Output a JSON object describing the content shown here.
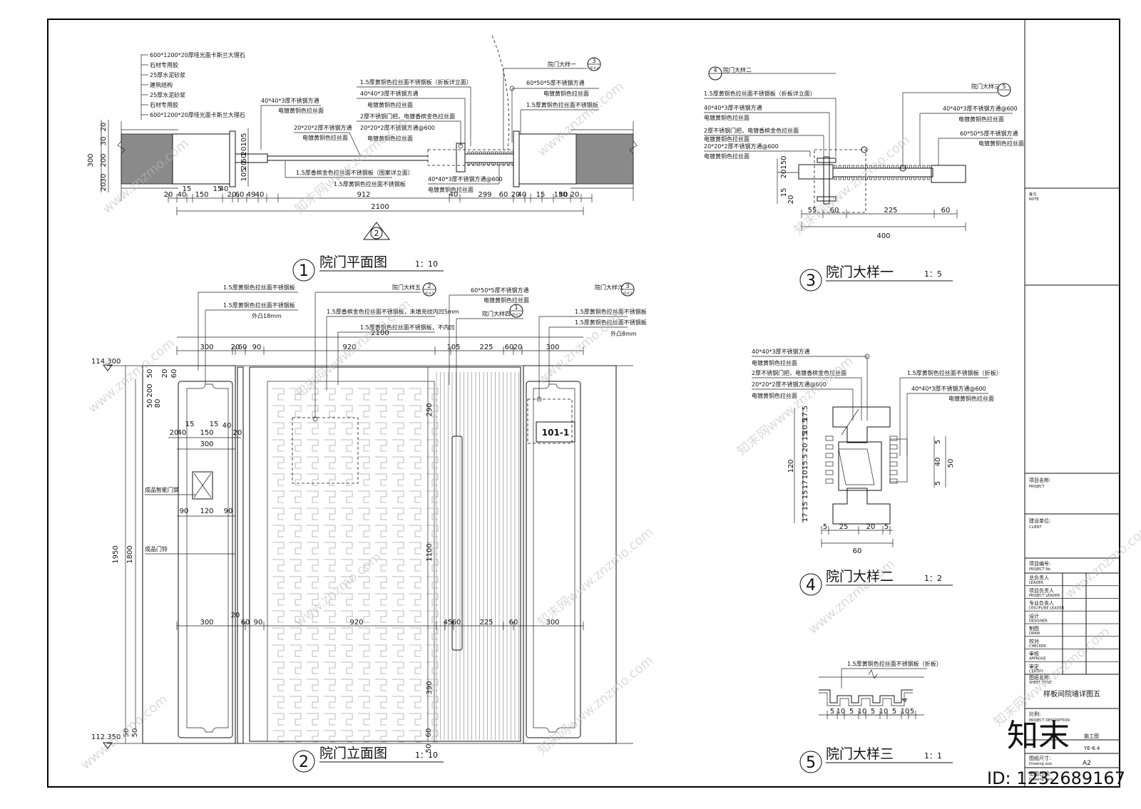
{
  "titles": {
    "t1": {
      "num": "1",
      "label": "院门平面图",
      "scale": "1：10"
    },
    "t2": {
      "num": "2",
      "label": "院门立面图",
      "scale": "1：10"
    },
    "t3": {
      "num": "3",
      "label": "院门大样一",
      "scale": "1：5"
    },
    "t4": {
      "num": "4",
      "label": "院门大样二",
      "scale": "1：2"
    },
    "t5": {
      "num": "5",
      "label": "院门大样三",
      "scale": "1：1"
    }
  },
  "plan": {
    "layers": [
      "600*1200*20厚哑光面卡斯兰大理石",
      "石材专用胶",
      "25厚水泥砂浆",
      "建筑结构",
      "25厚水泥砂浆",
      "石材专用胶",
      "600*1200*20厚哑光面卡斯兰大理石"
    ],
    "notes_a": [
      "40*40*3厚不锈钢方通",
      "电镀黄铜色拉丝面"
    ],
    "notes_b": [
      "20*20*2厚不锈钢方通",
      "电镀黄铜色拉丝面"
    ],
    "notes_c": [
      "1.5厚黄铜色拉丝面不锈钢板（折板详立面）",
      "40*40*3厚不锈钢方通",
      "电镀黄铜色拉丝面",
      "2厚不锈钢门把，电镀香槟金色拉丝面",
      "20*20*2厚不锈钢方通@600",
      "电镀黄铜色拉丝面"
    ],
    "notes_d": [
      "院门大样一",
      "60*50*5厚不锈钢方通",
      "电镀黄铜色拉丝面",
      "1.5厚黄铜色拉丝面不锈钢板"
    ],
    "notes_e": [
      "1.5厚香槟金色拉丝面不锈钢板（图案详立面）",
      "1.5厚黄铜色拉丝面不锈钢板"
    ],
    "notes_f": [
      "40*40*3厚不锈钢方通@600",
      "电镀黄铜色拉丝面"
    ],
    "dims": [
      "20",
      "40",
      "15",
      "150",
      "15",
      "40",
      "20",
      "60",
      "49",
      "40",
      "912",
      "40",
      "299",
      "60",
      "20",
      "40",
      "15",
      "150",
      "40",
      "20"
    ],
    "total": "2100",
    "left_dims": [
      "300",
      "20",
      "30",
      "200",
      "30",
      "20"
    ],
    "center_dims": [
      "105",
      "20",
      "50",
      "20",
      "105"
    ],
    "callout": {
      "num": "3",
      "sheet": "YE-6.4"
    },
    "section_mark": "2"
  },
  "elev": {
    "notes_l": [
      "1.5厚黄铜色拉丝面不锈钢板",
      "1.5厚黄铜色拉丝面不锈钢板",
      "外凸18mm"
    ],
    "notes_m": [
      "院门大样五",
      "1.5厚香槟金色拉丝面不锈钢板，未填充纹内凹5mm",
      "1.5厚黄铜色拉丝面不锈钢板，不内凹"
    ],
    "notes_r1": [
      "60*50*5厚不锈钢方通",
      "电镀黄铜色拉丝面",
      "院门大样四"
    ],
    "notes_r2": [
      "院门大样六",
      "1.5厚黄铜色拉丝面不锈钢板",
      "1.5厚黄铜色拉丝面不锈钢板",
      "外凸8mm"
    ],
    "label_access": "成品智能门禁",
    "label_bell": "成品门铃",
    "house_no": "101-1",
    "elev_top": "114.300",
    "elev_bot": "112.350",
    "top_total": "2100",
    "top_dims": [
      "300",
      "20",
      "60",
      "90",
      "920",
      "105",
      "225",
      "60",
      "20",
      "300"
    ],
    "mid_dims": [
      "300",
      "20",
      "60",
      "90",
      "920",
      "45",
      "60",
      "225",
      "60",
      "300"
    ],
    "h_dims": [
      "1950",
      "1800",
      "290",
      "1100",
      "390"
    ],
    "small_dims": [
      "50",
      "200",
      "50",
      "80",
      "20",
      "60",
      "20",
      "40",
      "15",
      "150",
      "15",
      "40",
      "20",
      "300",
      "90",
      "120",
      "90",
      "50",
      "50",
      "60",
      "50"
    ],
    "callouts": [
      {
        "num": "2",
        "sheet": "YE-6.5"
      },
      {
        "num": "1",
        "sheet": "YE-6.5"
      },
      {
        "num": "3",
        "sheet": "YE-6.5"
      }
    ]
  },
  "d1": {
    "callout_top": {
      "num": "4",
      "label": "院门大样二"
    },
    "callout_r": {
      "num": "5",
      "label": "院门大样三"
    },
    "notes": [
      "1.5厚黄铜色拉丝面不锈钢板（折板详立面）",
      "40*40*3厚不锈钢方通",
      "电镀黄铜色拉丝面",
      "2厚不锈钢门把，电镀香槟金色拉丝面",
      "电镀黄铜色拉丝面",
      "20*20*2厚不锈钢方通@600",
      "电镀黄铜色拉丝面"
    ],
    "notes_r": [
      "40*40*3厚不锈钢方通@600",
      "电镀黄铜色拉丝面",
      "60*50*5厚不锈钢方通",
      "电镀黄铜色拉丝面"
    ],
    "dims": [
      "55",
      "60",
      "225",
      "60"
    ],
    "total": "400",
    "v_dims": [
      "150",
      "20",
      "15",
      "20"
    ]
  },
  "d2": {
    "notes": [
      "40*40*3厚不锈钢方通",
      "电镀黄铜色拉丝面",
      "2厚不锈钢门把，电镀香槟金色拉丝面",
      "20*20*2厚不锈钢方通@600",
      "电镀黄铜色拉丝面"
    ],
    "notes_r": [
      "1.5厚黄铜色拉丝面不锈钢板（折板）",
      "40*40*3厚不锈钢方通@600",
      "电镀黄铜色拉丝面"
    ],
    "dims": [
      "5",
      "25",
      "20",
      "5"
    ],
    "total": "60",
    "v_dims": [
      "17.5",
      "10.5",
      "15",
      "20",
      "15.5",
      "10",
      "17",
      "15",
      "15",
      "17"
    ],
    "v_total": "120",
    "r_dims": [
      "5",
      "40",
      "5"
    ],
    "r_total": "50"
  },
  "d3": {
    "note": "1.5厚黄铜色拉丝面不锈钢板（折板）",
    "dims": [
      "5",
      "10",
      "5",
      "10",
      "5",
      "10",
      "5",
      "10",
      "5"
    ],
    "v_dim": "4"
  },
  "titleblock": {
    "note_cn": "备注:",
    "note_en": "NOTE",
    "project_cn": "项目名称:",
    "project_en": "PROJECT",
    "client_cn": "建设单位:",
    "client_en": "CLIENT",
    "projno_cn": "项目编号:",
    "projno_en": "PROJECT No.",
    "rows": [
      {
        "cn": "总负责人",
        "en": "LEADER"
      },
      {
        "cn": "项目负责人",
        "en": "PROJECT LEADER"
      },
      {
        "cn": "专业负责人",
        "en": "DISCIPLINE LEADER"
      },
      {
        "cn": "设计",
        "en": "DESIGNER"
      },
      {
        "cn": "制图",
        "en": "DRAW"
      },
      {
        "cn": "校对",
        "en": "CHECKER"
      },
      {
        "cn": "审核",
        "en": "APPROVE"
      },
      {
        "cn": "审定",
        "en": "CERTIFY"
      }
    ],
    "sheet_title_cn": "图纸名称:",
    "sheet_title_en": "SHEET TITLE",
    "sheet_title": "样板间院墙详图五",
    "stage_cn": "比例:",
    "stage_val": "施工图",
    "desc_en": "PROJECT DESCRIPTION",
    "sheet_no": "YE-6.4",
    "size_cn": "图纸尺寸:",
    "size_en": "Drawing size",
    "size_val": "A2",
    "date_cn": "出图日期:",
    "date_en": "Drawing date"
  },
  "watermark": {
    "brand": "知末",
    "site": "www.znzmo.com",
    "site_cn": "知末网",
    "id": "ID: 1232689167"
  }
}
